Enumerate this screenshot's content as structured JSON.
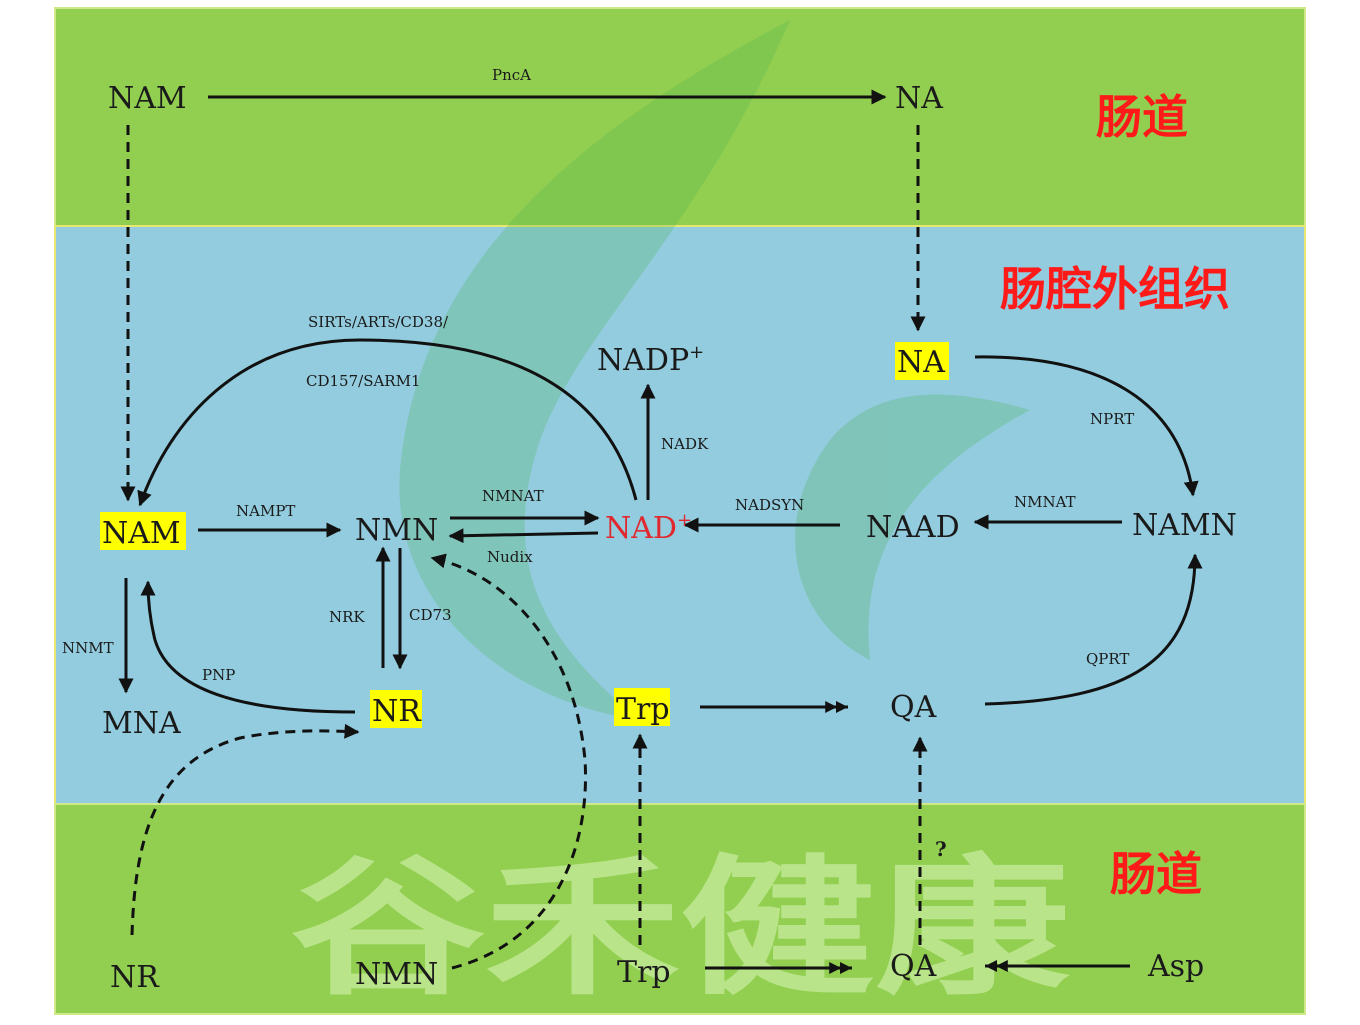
{
  "colors": {
    "intestine_bg": "#92cf51",
    "tissue_bg": "#92ccde",
    "region_label": "#ff1a1a",
    "highlight": "#ffff00",
    "nad_color": "#e0282e",
    "arrow": "#111111",
    "watermark": "#c6ec9e"
  },
  "regions": {
    "top": "肠道",
    "middle": "肠腔外组织",
    "bottom": "肠道"
  },
  "watermark": "谷禾健康",
  "metabolites": {
    "top_nam": "NAM",
    "top_na": "NA",
    "na": "NA",
    "nadp": "NADP",
    "nadp_sup": "+",
    "nam": "NAM",
    "nmn": "NMN",
    "nad": "NAD",
    "nad_sup": "+",
    "naad": "NAAD",
    "namn": "NAMN",
    "mna": "MNA",
    "nr": "NR",
    "trp": "Trp",
    "qa": "QA",
    "bottom_nr": "NR",
    "bottom_nmn": "NMN",
    "bottom_trp": "Trp",
    "bottom_qa": "QA",
    "asp": "Asp"
  },
  "enzymes": {
    "pnca": "PncA",
    "sirts_line1": "SIRTs/ARTs/CD38/",
    "sirts_line2": "CD157/SARM1",
    "nadk": "NADK",
    "nprt": "NPRT",
    "nampt": "NAMPT",
    "nmnat_left": "NMNAT",
    "nudix": "Nudix",
    "nadsyn": "NADSYN",
    "nmnat_right": "NMNAT",
    "nrk": "NRK",
    "cd73": "CD73",
    "nnmt": "NNMT",
    "pnp": "PNP",
    "qprt": "QPRT",
    "question": "?"
  }
}
